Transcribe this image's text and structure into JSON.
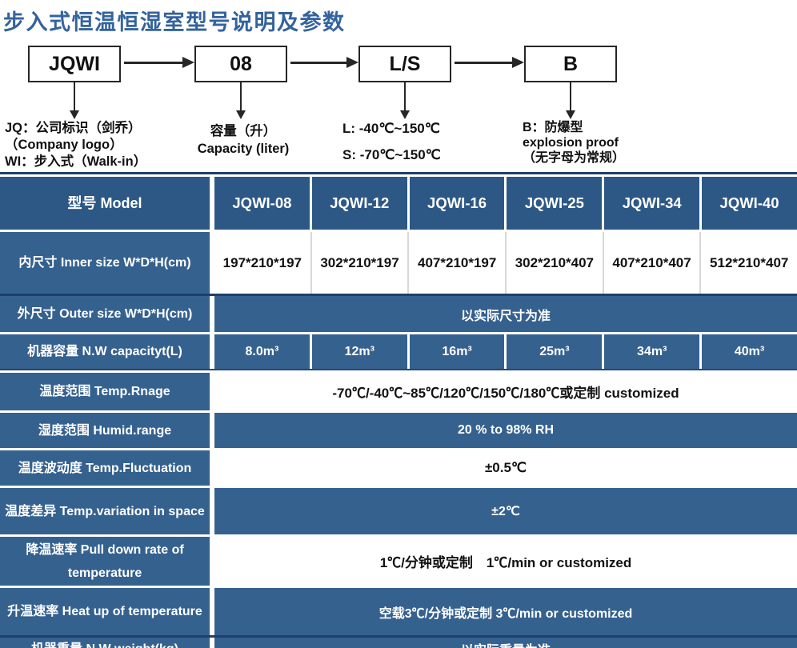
{
  "page": {
    "title": "步入式恒温恒湿室型号说明及参数"
  },
  "colors": {
    "title_blue": "#33639c",
    "header_blue": "#2d5886",
    "cell_blue": "#35618f",
    "dark_border": "#1f3f69"
  },
  "diagram": {
    "boxes": [
      {
        "label": "JQWI"
      },
      {
        "label": "08"
      },
      {
        "label": "L/S"
      },
      {
        "label": "B"
      }
    ],
    "notes": [
      {
        "lines": [
          "JQ：公司标识（剑乔）",
          "（Company logo）",
          "WI：步入式（Walk-in）"
        ]
      },
      {
        "lines": [
          "容量（升）",
          "Capacity (liter)"
        ]
      },
      {
        "lines": [
          "L: -40℃~150℃",
          "S: -70℃~150℃"
        ]
      },
      {
        "lines": [
          "B：防爆型",
          "explosion proof",
          "（无字母为常规）"
        ]
      }
    ]
  },
  "table": {
    "rows": [
      {
        "label": "型号 Model",
        "values": [
          "JQWI-08",
          "JQWI-12",
          "JQWI-16",
          "JQWI-25",
          "JQWI-34",
          "JQWI-40"
        ]
      },
      {
        "label": "内尺寸 Inner size W*D*H(cm)",
        "values": [
          "197*210*197",
          "302*210*197",
          "407*210*197",
          "302*210*407",
          "407*210*407",
          "512*210*407"
        ]
      },
      {
        "label": "外尺寸 Outer size W*D*H(cm)",
        "value": "以实际尺寸为准"
      },
      {
        "label": "机器容量 N.W capacityt(L)",
        "values": [
          "8.0m³",
          "12m³",
          "16m³",
          "25m³",
          "34m³",
          "40m³"
        ]
      },
      {
        "label": "温度范围 Temp.Rnage",
        "value": "-70℃/-40℃~85℃/120℃/150℃/180℃或定制 customized"
      },
      {
        "label": "湿度范围 Humid.range",
        "value": "20 % to 98% RH"
      },
      {
        "label": "温度波动度 Temp.Fluctuation",
        "value": "±0.5℃"
      },
      {
        "label": "温度差异 Temp.variation in space",
        "value": "±2℃"
      },
      {
        "label": "降温速率 Pull down rate of temperature",
        "value": "1℃/分钟或定制　1℃/min or customized"
      },
      {
        "label": "升温速率 Heat up of temperature",
        "value": "空载3℃/分钟或定制 3℃/min or customized"
      },
      {
        "label": "机器重量 N.W weight(kg)",
        "value": "以实际重量为准"
      }
    ]
  }
}
